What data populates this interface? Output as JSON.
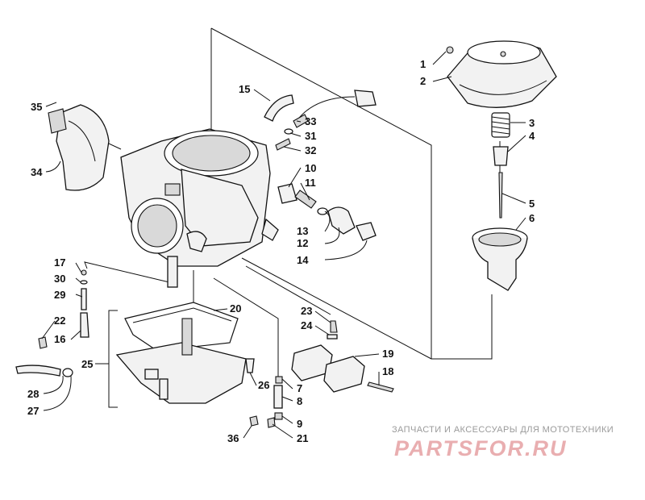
{
  "callouts": [
    "1",
    "2",
    "3",
    "4",
    "5",
    "6",
    "7",
    "8",
    "9",
    "10",
    "11",
    "12",
    "13",
    "14",
    "15",
    "16",
    "17",
    "18",
    "19",
    "20",
    "21",
    "22",
    "23",
    "24",
    "25",
    "26",
    "27",
    "28",
    "29",
    "30",
    "31",
    "32",
    "33",
    "34",
    "35",
    "36"
  ],
  "watermark": {
    "tagline": "ЗАПЧАСТИ И АКСЕССУАРЫ ДЛЯ МОТОТЕХНИКИ",
    "logo": "PARTSFOR.RU"
  }
}
